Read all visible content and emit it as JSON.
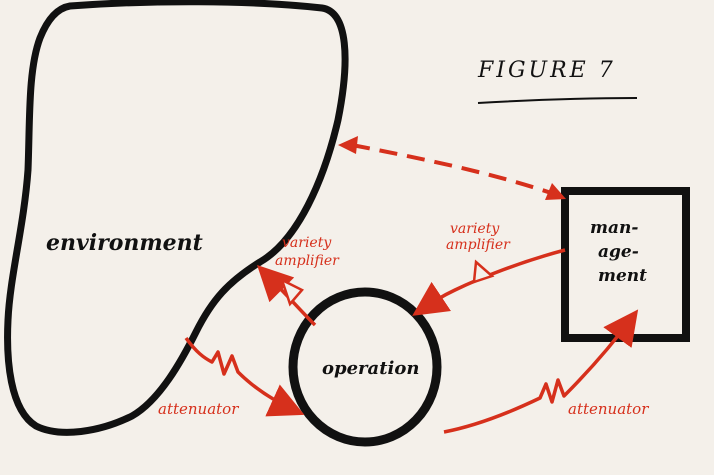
{
  "figure_title": "FIGURE 7",
  "nodes": {
    "environment": "environment",
    "operation": "operation",
    "management": [
      "man-",
      "age-",
      "ment"
    ]
  },
  "labels": {
    "amplifier_left": [
      "variety",
      "amplifier"
    ],
    "amplifier_right": [
      "variety",
      "amplifier"
    ],
    "attenuator_left": "attenuator",
    "attenuator_right": "attenuator"
  },
  "colors": {
    "ink": "#111111",
    "red": "#d6301c",
    "paper": "#f4f0ea"
  }
}
